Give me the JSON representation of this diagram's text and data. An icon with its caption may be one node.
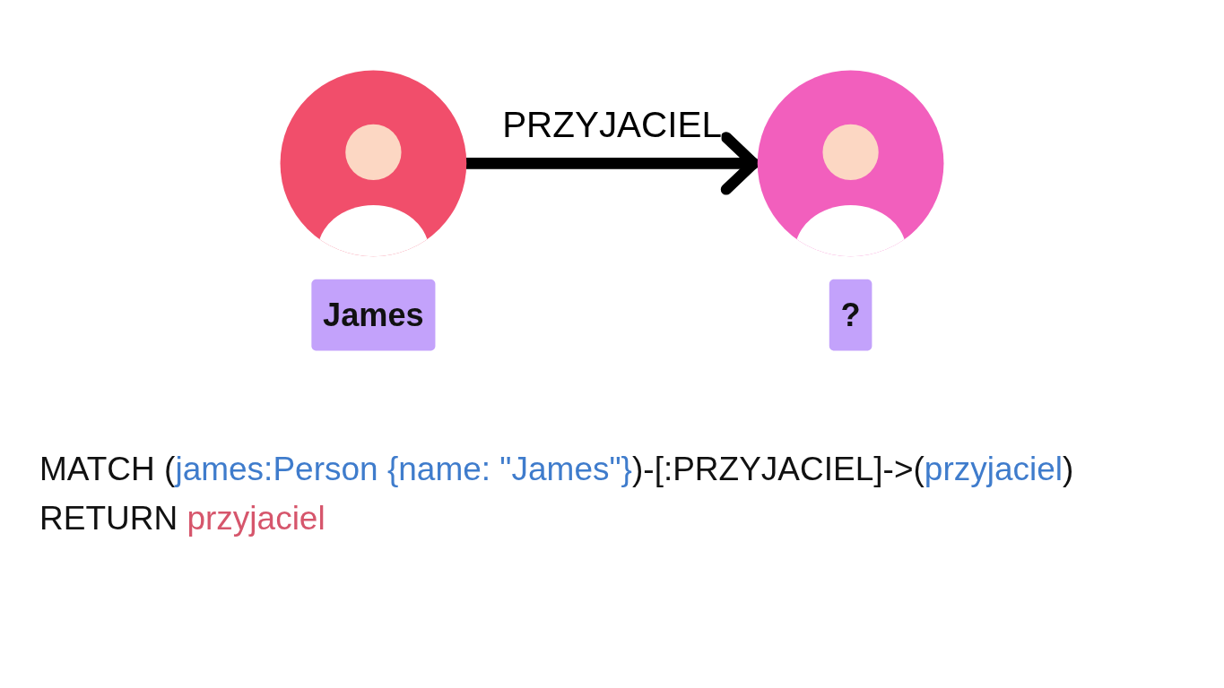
{
  "diagram": {
    "nodes": [
      {
        "text": [],
        "shape": "person"
      },
      {
        "text": [
          "James"
        ]
      },
      {
        "text": [],
        "shape": "person"
      },
      {
        "text": [
          "?"
        ]
      }
    ],
    "edges": [
      {
        "from": 0,
        "to": 2,
        "arrow": "to",
        "label": "PRZYJACIEL"
      }
    ],
    "labels": [
      "MATCH (james:Person {name: \"James\"})-[:PRZYJACIEL]->(przyjaciel)",
      "RETURN przyjaciel"
    ]
  }
}
